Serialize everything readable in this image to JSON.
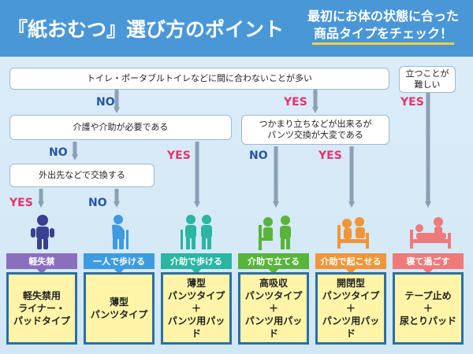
{
  "header": {
    "title": "『紙おむつ』選び方のポイント",
    "subtitle_line1": "最初にお体の状態に合った",
    "subtitle_line2": "商品タイプをチェック！"
  },
  "questions": {
    "q1": "トイレ・ポータブルトイレなどに間に合わないことが多い",
    "q2": "立つことが\n難しい",
    "q3": "介護や介助が必要である",
    "q4": "つかまり立ちなどが出来るが\nパンツ交換が大変である",
    "q5": "外出先などで交換する"
  },
  "answers": {
    "yes": "YES",
    "no": "NO"
  },
  "categories": [
    {
      "label": "軽失禁",
      "color": "#8a6fbf"
    },
    {
      "label": "一人で歩ける",
      "color": "#3d9be0"
    },
    {
      "label": "介助で歩ける",
      "color": "#2bb5a3"
    },
    {
      "label": "介助で立てる",
      "color": "#58b43a"
    },
    {
      "label": "介助で起こせる",
      "color": "#f0963a"
    },
    {
      "label": "寝て過ごす",
      "color": "#ee7a7a"
    }
  ],
  "results": [
    "軽失禁用\nライナー・\nパッドタイプ",
    "薄型\nパンツタイプ",
    "薄型\nパンツタイプ\n＋\nパンツ用パッド",
    "高吸収\nパンツタイプ\n＋\nパンツ用パッド",
    "開閉型\nパンツタイプ\n＋\nパンツ用パッド",
    "テープ止め\n＋\n尿とりパッド"
  ],
  "icons": [
    "person-standing-icon",
    "elderly-with-cane-icon",
    "caregiver-walking-icon",
    "caregiver-helping-stand-icon",
    "bed-sitting-up-icon",
    "person-lying-in-bed-icon"
  ]
}
